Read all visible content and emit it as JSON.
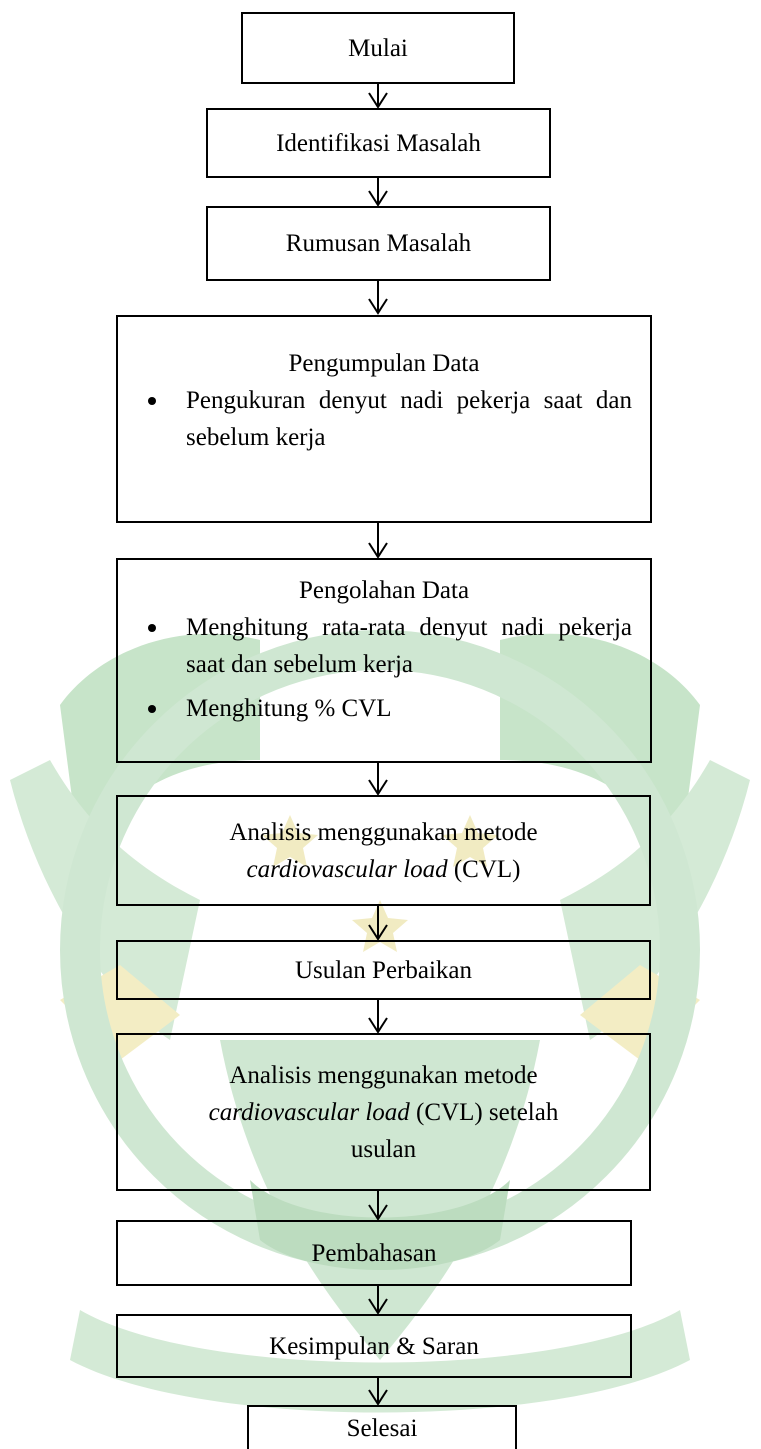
{
  "flowchart": {
    "start": "Mulai",
    "identify": "Identifikasi Masalah",
    "formulate": "Rumusan Masalah",
    "collect": {
      "title": "Pengumpulan Data",
      "bullets": [
        "Pengukuran denyut nadi pekerja saat dan sebelum kerja"
      ]
    },
    "process": {
      "title": "Pengolahan Data",
      "bullets": [
        "Menghitung rata-rata denyut nadi pekerja saat dan sebelum kerja",
        "Menghitung % CVL"
      ]
    },
    "analysis1": {
      "line1": "Analisis menggunakan metode",
      "method": "cardiovascular load",
      "suffix": " (CVL)"
    },
    "proposal": "Usulan Perbaikan",
    "analysis2": {
      "line1": "Analisis menggunakan metode",
      "method": "cardiovascular load",
      "suffix": " (CVL) setelah",
      "line3": "usulan"
    },
    "discussion": "Pembahasan",
    "conclusion": "Kesimpulan & Saran",
    "end": "Selesai"
  },
  "colors": {
    "watermark_green": "#bfe0c2",
    "watermark_dark": "#a9d3ad",
    "watermark_yellow": "#f3edc4"
  }
}
